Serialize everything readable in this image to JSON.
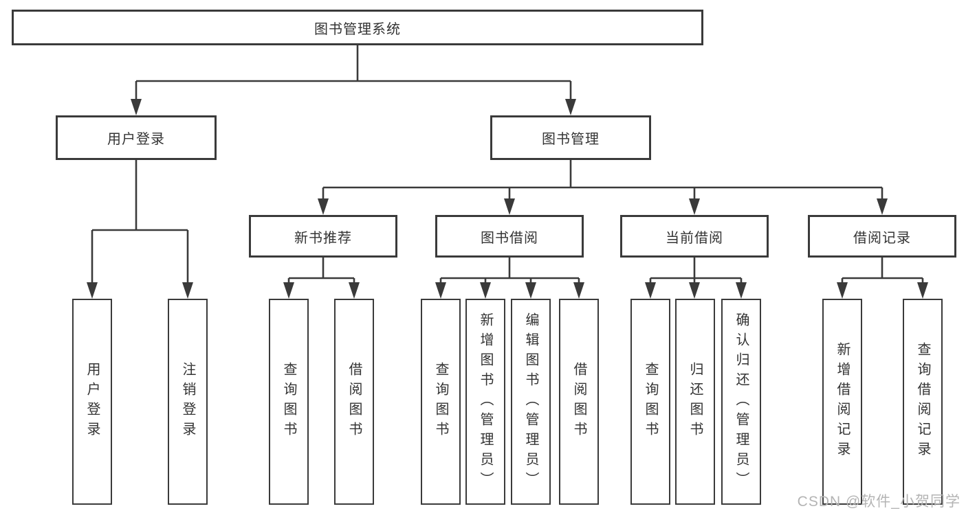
{
  "diagram": {
    "root": {
      "label": "图书管理系统"
    },
    "level2": [
      {
        "id": "user-login",
        "label": "用户登录"
      },
      {
        "id": "book-management",
        "label": "图书管理"
      }
    ],
    "level3": [
      {
        "id": "new-book-recommend",
        "label": "新书推荐"
      },
      {
        "id": "book-borrow",
        "label": "图书借阅"
      },
      {
        "id": "current-borrow",
        "label": "当前借阅"
      },
      {
        "id": "borrow-records",
        "label": "借阅记录"
      }
    ],
    "leaves": [
      {
        "id": "user-login-leaf",
        "parent": "user-login",
        "label": "用户登录"
      },
      {
        "id": "logout",
        "parent": "user-login",
        "label": "注销登录"
      },
      {
        "id": "query-books-recommend",
        "parent": "new-book-recommend",
        "label": "查询图书"
      },
      {
        "id": "borrow-books-recommend",
        "parent": "new-book-recommend",
        "label": "借阅图书"
      },
      {
        "id": "query-books-borrow",
        "parent": "book-borrow",
        "label": "查询图书"
      },
      {
        "id": "add-books-admin",
        "parent": "book-borrow",
        "label": "新增图书（管理员）"
      },
      {
        "id": "edit-books-admin",
        "parent": "book-borrow",
        "label": "编辑图书（管理员）"
      },
      {
        "id": "borrow-books",
        "parent": "book-borrow",
        "label": "借阅图书"
      },
      {
        "id": "query-books-current",
        "parent": "current-borrow",
        "label": "查询图书"
      },
      {
        "id": "return-books",
        "parent": "current-borrow",
        "label": "归还图书"
      },
      {
        "id": "confirm-return-admin",
        "parent": "current-borrow",
        "label": "确认归还（管理员）"
      },
      {
        "id": "add-borrow-record",
        "parent": "borrow-records",
        "label": "新增借阅记录"
      },
      {
        "id": "query-borrow-record",
        "parent": "borrow-records",
        "label": "查询借阅记录"
      }
    ],
    "watermark": "CSDN @软件_小贺同学"
  },
  "colors": {
    "line": "#3a3a3a",
    "box_border": "#3a3a3a",
    "text": "#333333",
    "watermark": "#b4b4b4",
    "background": "#ffffff"
  }
}
